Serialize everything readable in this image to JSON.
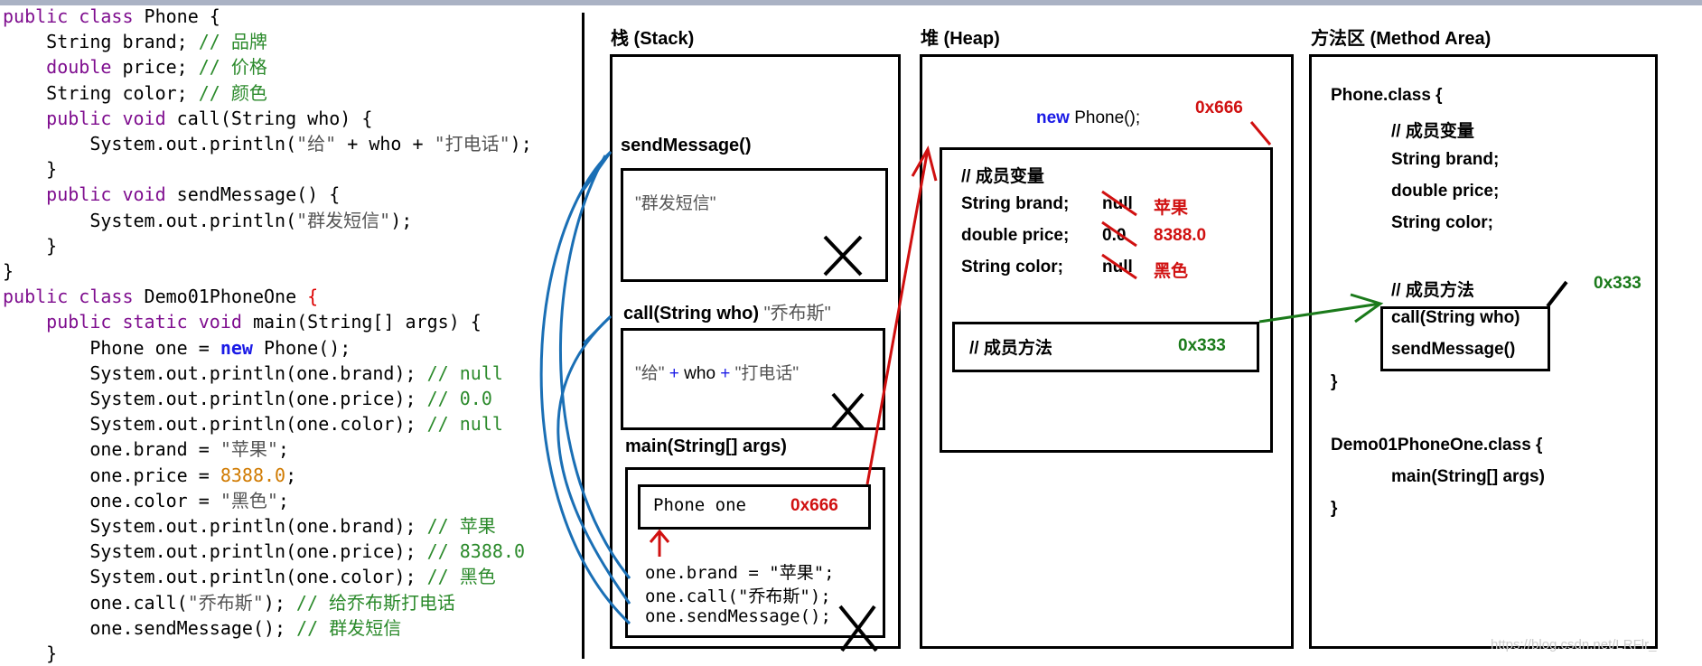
{
  "code": {
    "l1": [
      "public class",
      " Phone {"
    ],
    "l2": [
      "    String brand; ",
      "// 品牌"
    ],
    "l3": [
      "    ",
      "double",
      " price; ",
      "// 价格"
    ],
    "l4": [
      "    String color; ",
      "// 颜色"
    ],
    "l5": [
      "    ",
      "public void",
      " call(String who) {"
    ],
    "l6": [
      "        System.out.println(",
      "\"给\"",
      " + who + ",
      "\"打电话\"",
      ");"
    ],
    "l7": "    }",
    "l8": [
      "    ",
      "public void",
      " sendMessage() {"
    ],
    "l9": [
      "        System.out.println(",
      "\"群发短信\"",
      ");"
    ],
    "l10": "    }",
    "l11": "}",
    "l12": [
      "public class",
      " Demo01PhoneOne ",
      "{"
    ],
    "l13": [
      "    ",
      "public static void",
      " main(String[] args) {"
    ],
    "l14": [
      "        Phone one = ",
      "new",
      " Phone();"
    ],
    "l15": [
      "        System.out.println(one.brand); ",
      "// null"
    ],
    "l16": [
      "        System.out.println(one.price); ",
      "// 0.0"
    ],
    "l17": [
      "        System.out.println(one.color); ",
      "// null"
    ],
    "l18": [
      "        one.brand = ",
      "\"苹果\"",
      ";"
    ],
    "l19": [
      "        one.price = ",
      "8388.0",
      ";"
    ],
    "l20": [
      "        one.color = ",
      "\"黑色\"",
      ";"
    ],
    "l21": [
      "        System.out.println(one.brand); ",
      "// 苹果"
    ],
    "l22": [
      "        System.out.println(one.price); ",
      "// 8388.0"
    ],
    "l23": [
      "        System.out.println(one.color); ",
      "// 黑色"
    ],
    "l24": [
      "        one.call(",
      "\"乔布斯\"",
      "); ",
      "// 给乔布斯打电话"
    ],
    "l25": [
      "        one.sendMessage(); ",
      "// 群发短信"
    ],
    "l26": "    }"
  },
  "stack": {
    "title": "栈 (Stack)",
    "send_label": "sendMessage()",
    "send_body": "\"群发短信\"",
    "call_label": "call(String who)",
    "call_arg": "\"乔布斯\"",
    "call_body": [
      "\"给\"",
      " + ",
      "who",
      " + ",
      "\"打电话\""
    ],
    "main_label": "main(String[] args)",
    "var_name": "Phone one",
    "var_addr": "0x666",
    "main_lines": [
      "one.brand = \"苹果\";",
      "one.call(\"乔布斯\");",
      "one.sendMessage();"
    ],
    "x_mark": "X"
  },
  "heap": {
    "title": "堆 (Heap)",
    "new_kw": "new",
    "new_rest": " Phone();",
    "addr": "0x666",
    "fields_comment": "// 成员变量",
    "fields": [
      {
        "decl": "String brand;",
        "old": "null",
        "new": "苹果"
      },
      {
        "decl": "double price;",
        "old": "0.0",
        "new": "8388.0"
      },
      {
        "decl": "String color;",
        "old": "null",
        "new": "黑色"
      }
    ],
    "methods_comment": "// 成员方法",
    "methods_addr": "0x333"
  },
  "method_area": {
    "title": "方法区 (Method Area)",
    "phone_class": "Phone.class {",
    "fields_comment": "// 成员变量",
    "fields": [
      "String brand;",
      "double price;",
      "String color;"
    ],
    "methods_comment": "// 成员方法",
    "methods": [
      "call(String who)",
      "sendMessage()"
    ],
    "methods_addr": "0x333",
    "close": "}",
    "demo_class": "Demo01PhoneOne.class {",
    "demo_main": "main(String[] args)",
    "close2": "}"
  },
  "watermark": "https://blog.csdn.net/LRFlr_",
  "colors": {
    "red": "#d01010",
    "blue": "#1a6fb5",
    "green": "#1a7a1a"
  }
}
